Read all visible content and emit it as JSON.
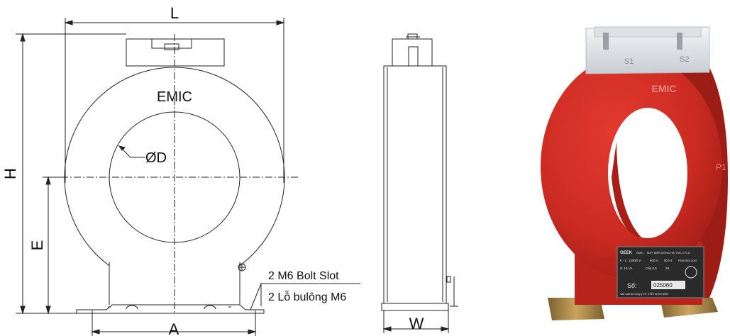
{
  "drawing": {
    "dimension_L": "L",
    "dimension_H": "H",
    "dimension_E": "E",
    "dimension_A": "A",
    "dimension_W": "W",
    "diameter_label": "ØD",
    "brand_front": "EMIC",
    "bolt_note_en": "2 M6 Bolt Slot",
    "bolt_note_vi": "2 Lỗ bulông M6"
  },
  "photo": {
    "brand": "EMIC",
    "terminal_s1": "S1",
    "terminal_s2": "S2",
    "terminal_p1": "P1",
    "plate_maker": "GEEK",
    "plate_maker_sub": "EMIC",
    "plate_title": "MÁY BIẾN DÒNG HẠ THẾ-CT0.6",
    "plate_model": "K - L: 1200/5 A",
    "plate_voltage": "600 V",
    "plate_freq": "50 Hz",
    "plate_standard": "PDM 555-2007",
    "plate_burden": "S: 15 VA",
    "plate_class": "Cấp 0,5",
    "plate_year": "20",
    "plate_serial_label": "Số:",
    "plate_serial": "025060",
    "plate_footer": "Sản xuất tại Công ty CP THIẾT BỊ ĐO ĐIỆN",
    "colors": {
      "body": "#cc2b22",
      "body_shadow": "#9c1c16",
      "cap": "#e9ebef",
      "feet": "#b08a48",
      "plate": "#2a2a2a"
    }
  }
}
